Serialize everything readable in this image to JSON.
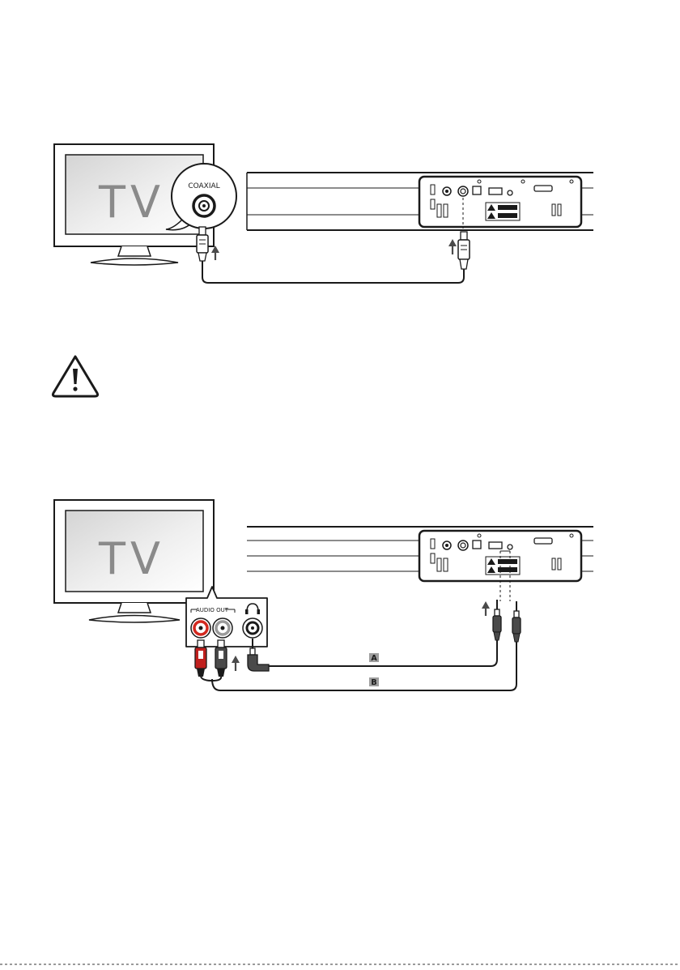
{
  "diagram_top": {
    "tv_label": "TV",
    "callout_label": "COAXIAL"
  },
  "warning": {
    "icon": "warning-triangle-icon"
  },
  "diagram_bottom": {
    "tv_label": "TV",
    "callout_label": "AUDIO OUT",
    "headphone_icon": "headphone-icon",
    "cable_a_label": "A",
    "cable_b_label": "B"
  },
  "colors": {
    "line": "#1a1a1a",
    "tv_text": "#8a8a8a",
    "screen_gradient_start": "#d9d9d9",
    "screen_gradient_end": "#ffffff",
    "label_box": "#9e9e9e",
    "red_plug": "#c0201e",
    "red_jack": "#d3291f"
  }
}
